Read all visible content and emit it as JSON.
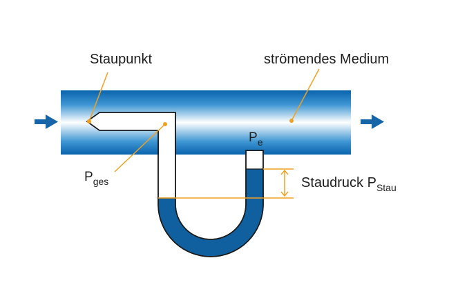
{
  "labels": {
    "staupunkt": "Staupunkt",
    "medium": "strömendes Medium",
    "p_e_main": "P",
    "p_e_sub": "e",
    "p_ges_main": "P",
    "p_ges_sub": "ges",
    "staudruck_main": "Staudruck P",
    "staudruck_sub": "Stau"
  },
  "colors": {
    "pipe_dark": "#0068b0",
    "pipe_light": "#ffffff",
    "manometer_fluid": "#105f9e",
    "tube_outline": "#1a1a1a",
    "leader_line": "#f0a020",
    "arrow": "#1565a8"
  },
  "icons": {
    "inflow": "arrow-right-icon",
    "outflow": "arrow-right-icon"
  }
}
